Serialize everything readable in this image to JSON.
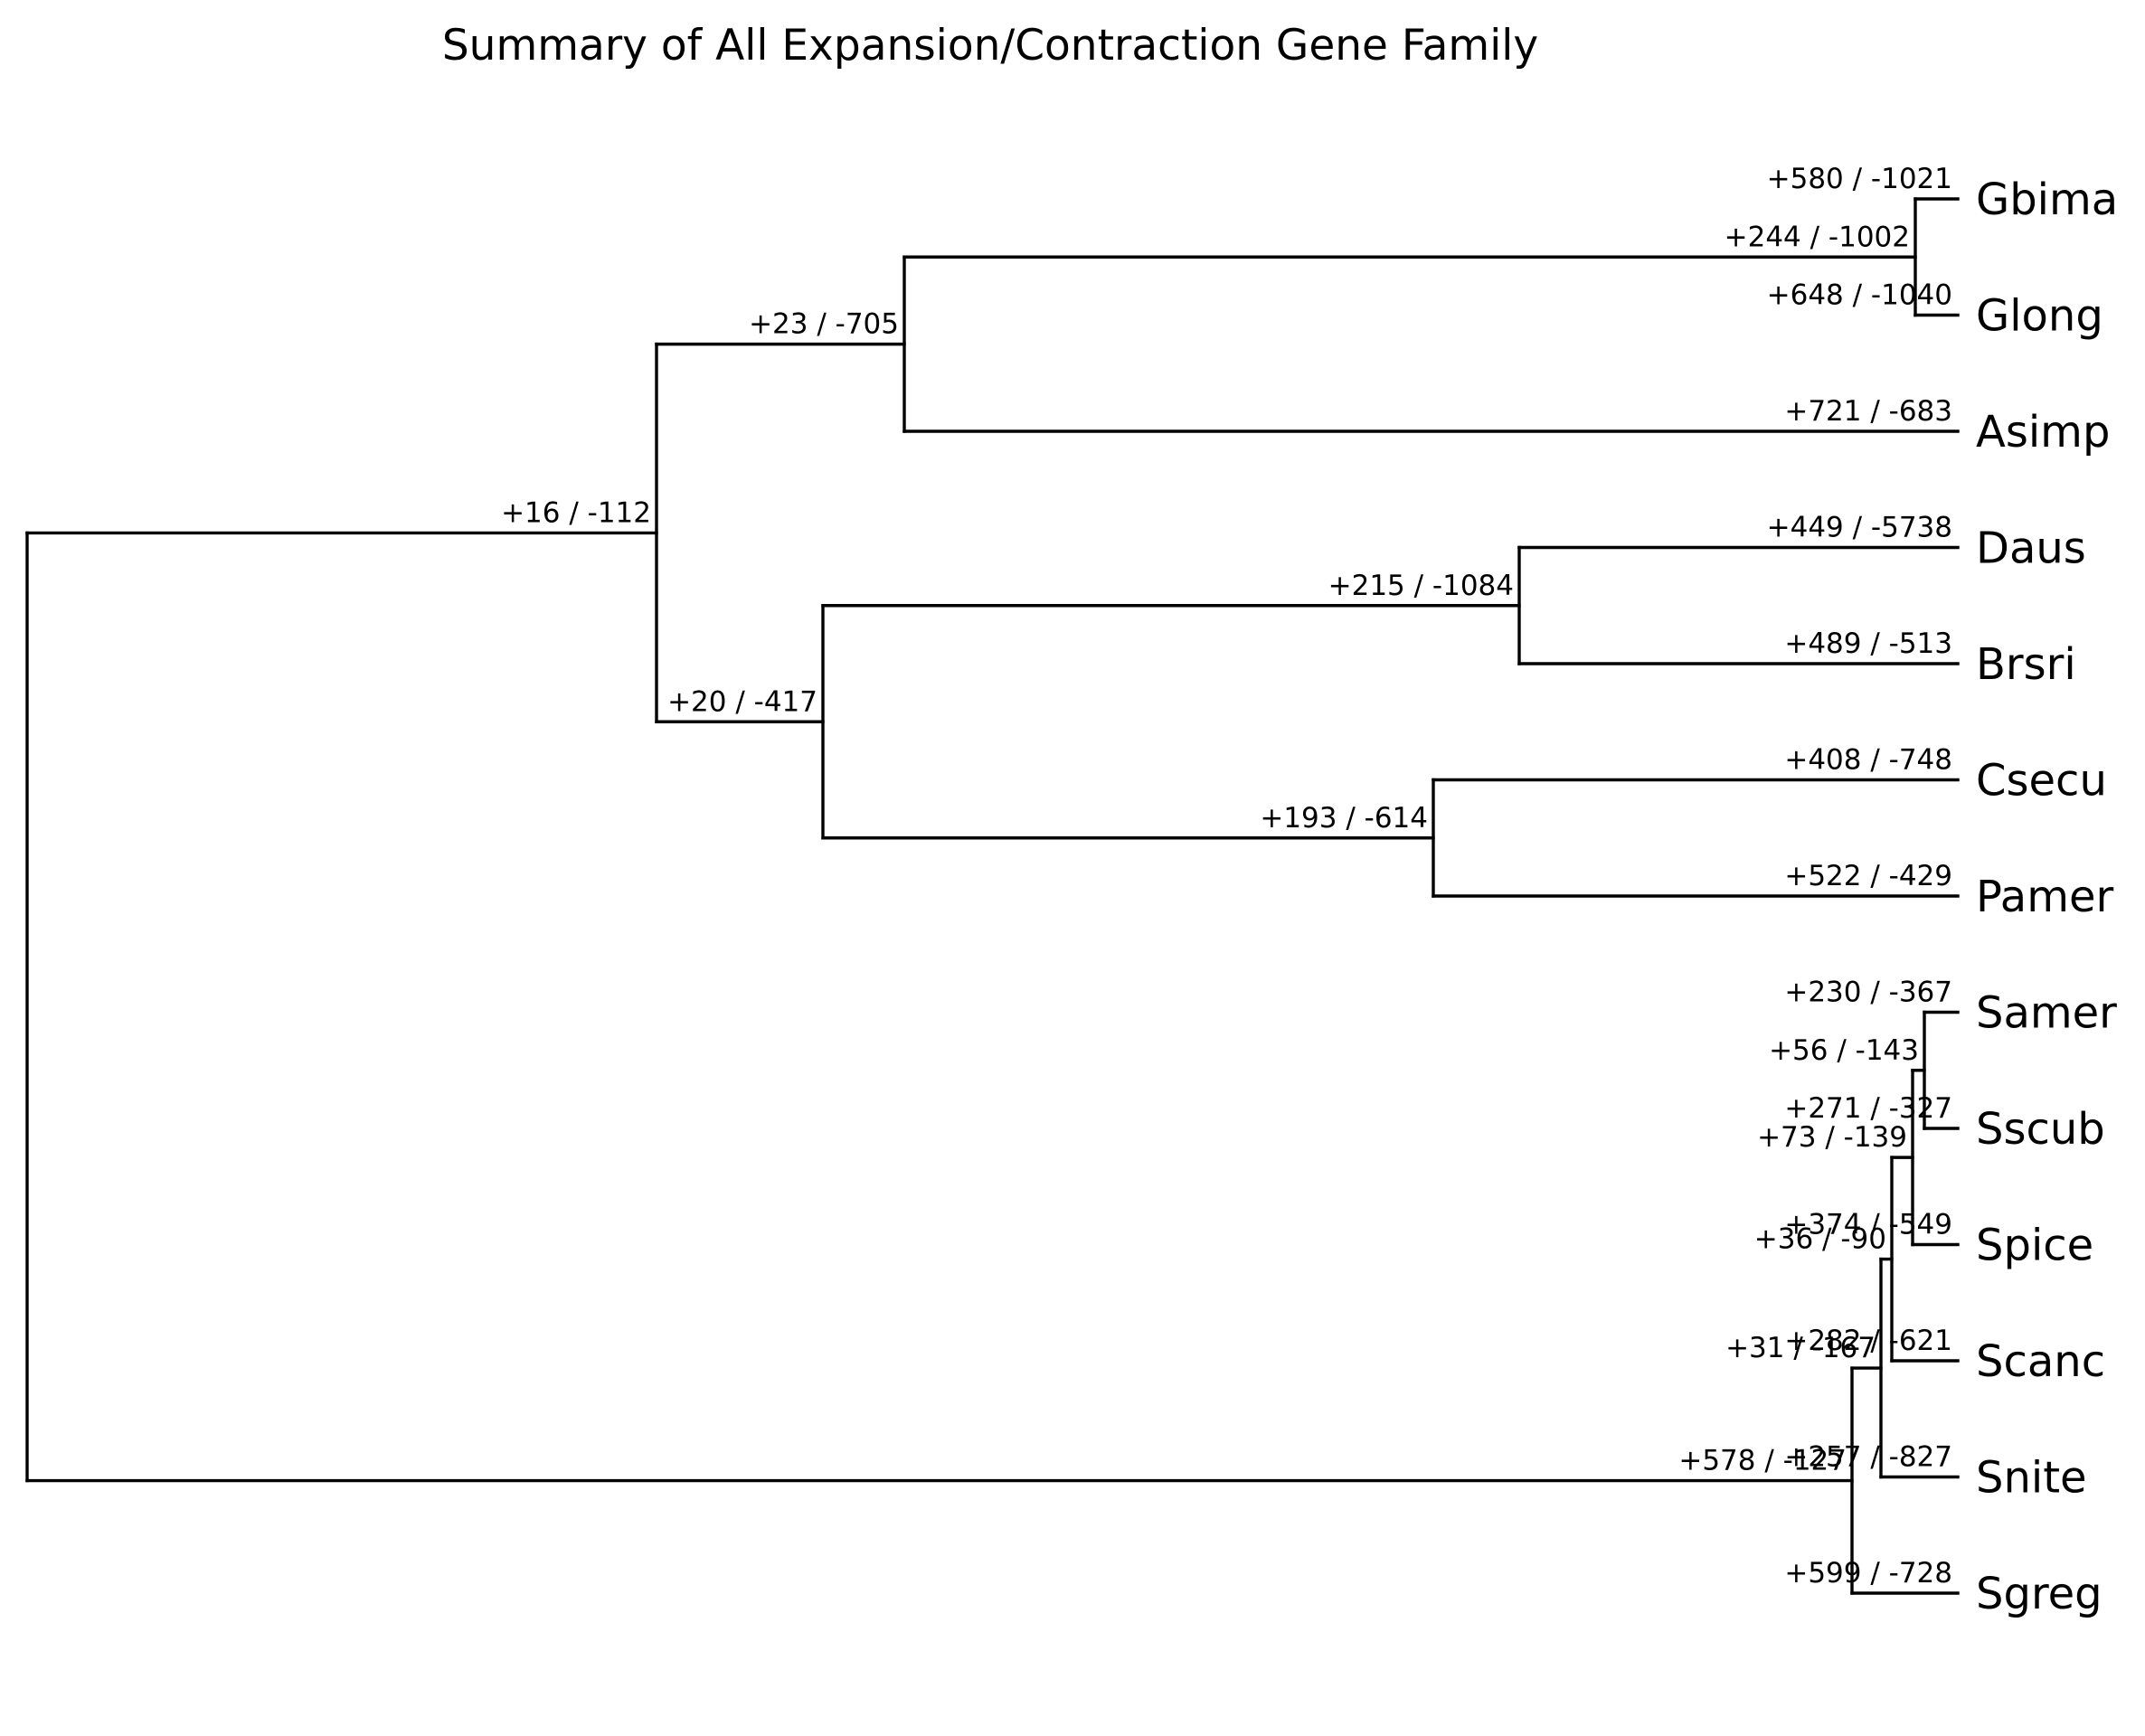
{
  "title": "Summary of All Expansion/Contraction Gene Family",
  "tree": {
    "nodes": {
      "root": {
        "children": [
          "n1",
          "nS0"
        ]
      },
      "n1": {
        "label": "+16 / -112",
        "children": [
          "n2",
          "n3"
        ]
      },
      "n2": {
        "label": "+23 / -705",
        "children": [
          "nG",
          "Asimp"
        ]
      },
      "nG": {
        "label": "+244 / -1002",
        "children": [
          "Gbima",
          "Glong"
        ]
      },
      "n3": {
        "label": "+20 / -417",
        "children": [
          "nDB",
          "nCP"
        ]
      },
      "nDB": {
        "label": "+215 / -1084",
        "children": [
          "Daus",
          "Brsri"
        ]
      },
      "nCP": {
        "label": "+193 / -614",
        "children": [
          "Csecu",
          "Pamer"
        ]
      },
      "nS0": {
        "label": "+578 / -127",
        "children": [
          "nS1",
          "Sgreg"
        ]
      },
      "nS1": {
        "label": "+31 / -167",
        "children": [
          "nS2",
          "Snite"
        ]
      },
      "nS2": {
        "label": "+36 / -90",
        "children": [
          "nS3",
          "Scanc"
        ]
      },
      "nS3": {
        "label": "+73 / -139",
        "children": [
          "nS4",
          "Spice"
        ]
      },
      "nS4": {
        "label": "+56 / -143",
        "children": [
          "Samer",
          "Sscub"
        ]
      },
      "Gbima": {
        "name": "Gbima",
        "label": "+580 / -1021"
      },
      "Glong": {
        "name": "Glong",
        "label": "+648 / -1040"
      },
      "Asimp": {
        "name": "Asimp",
        "label": "+721 / -683"
      },
      "Daus": {
        "name": "Daus",
        "label": "+449 / -5738"
      },
      "Brsri": {
        "name": "Brsri",
        "label": "+489 / -513"
      },
      "Csecu": {
        "name": "Csecu",
        "label": "+408 / -748"
      },
      "Pamer": {
        "name": "Pamer",
        "label": "+522 / -429"
      },
      "Samer": {
        "name": "Samer",
        "label": "+230 / -367"
      },
      "Sscub": {
        "name": "Sscub",
        "label": "+271 / -327"
      },
      "Spice": {
        "name": "Spice",
        "label": "+374 / -549"
      },
      "Scanc": {
        "name": "Scanc",
        "label": "+282 / -621"
      },
      "Snite": {
        "name": "Snite",
        "label": "+257 / -827"
      },
      "Sgreg": {
        "name": "Sgreg",
        "label": "+599 / -728"
      }
    }
  }
}
